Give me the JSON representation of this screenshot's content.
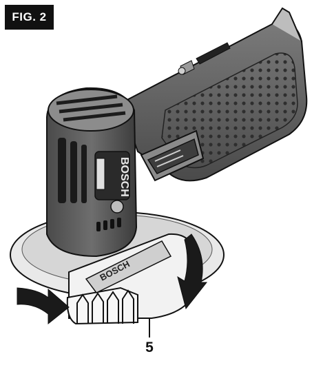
{
  "figure": {
    "label": "FIG. 2",
    "callout_number": "5"
  },
  "tool": {
    "brand_on_motor": "BOSCH",
    "brand_on_guard": "BOSCH"
  },
  "colors": {
    "ink": "#111111",
    "body_gray": "#5f5f5f",
    "dark_gray": "#3a3a3a",
    "light_gray": "#d8d8d8",
    "guard_gray": "#e9e9e9"
  },
  "icons": [
    "rotation-arrow-left-icon",
    "rotation-arrow-right-icon"
  ]
}
